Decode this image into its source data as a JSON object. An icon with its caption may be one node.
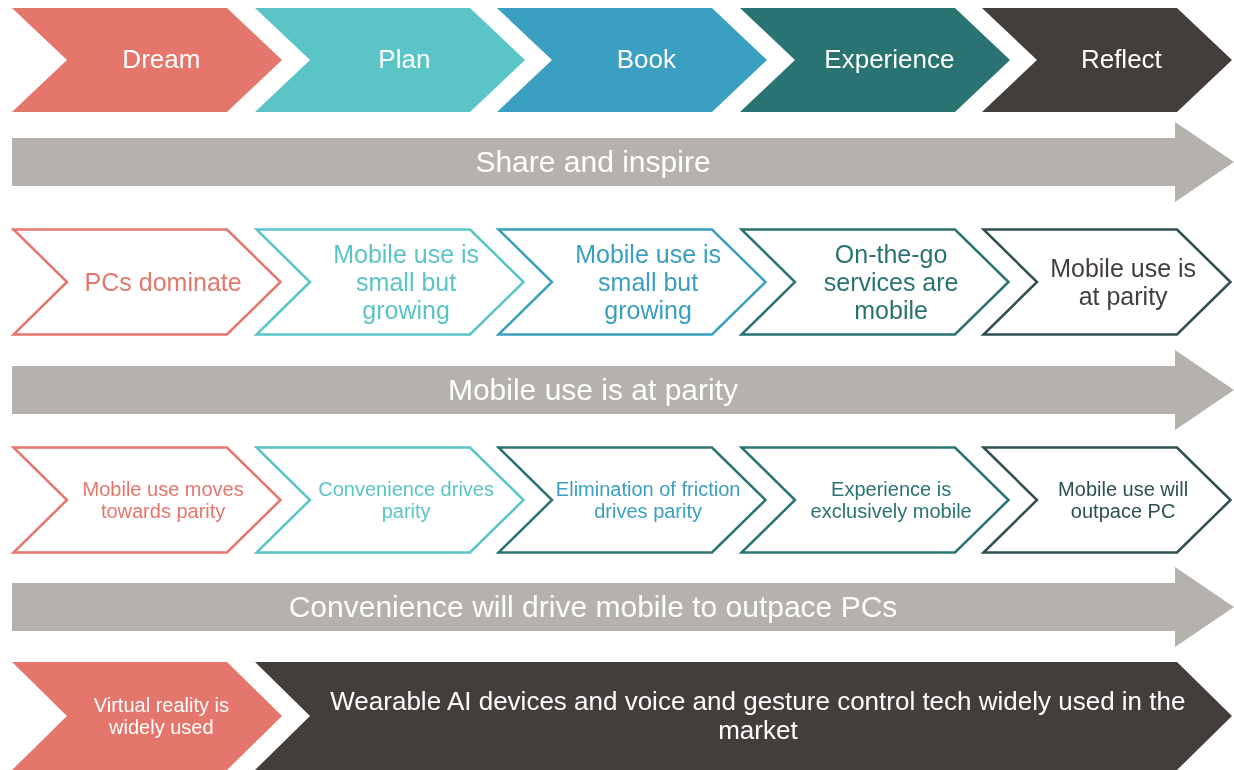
{
  "diagram": {
    "nodes": [
      {
        "text": [
          "Dream"
        ]
      },
      {
        "text": [
          "Plan"
        ]
      },
      {
        "text": [
          "Book"
        ]
      },
      {
        "text": [
          "Experience"
        ]
      },
      {
        "text": [
          "Reflect"
        ]
      },
      {
        "text": [
          "Share and inspire"
        ]
      },
      {
        "text": [
          "PCs dominate"
        ]
      },
      {
        "text": [
          "Mobile use is small but growing"
        ]
      },
      {
        "text": [
          "Mobile use is small but growing"
        ]
      },
      {
        "text": [
          "On-the-go services are mobile"
        ]
      },
      {
        "text": [
          "Mobile use is at parity"
        ]
      },
      {
        "text": [
          "Mobile use is at parity"
        ]
      },
      {
        "text": [
          "Mobile use moves towards parity"
        ]
      },
      {
        "text": [
          "Convenience drives parity"
        ]
      },
      {
        "text": [
          "Elimination of friction drives parity"
        ]
      },
      {
        "text": [
          "Experience is exclusively mobile"
        ]
      },
      {
        "text": [
          "Mobile use will outpace PC"
        ]
      },
      {
        "text": [
          "Convenience will drive mobile to outpace PCs"
        ]
      },
      {
        "text": [
          "Virtual reality is widely used"
        ]
      },
      {
        "text": [
          "Wearable AI devices and voice and gesture control tech widely used in the market"
        ]
      }
    ]
  }
}
